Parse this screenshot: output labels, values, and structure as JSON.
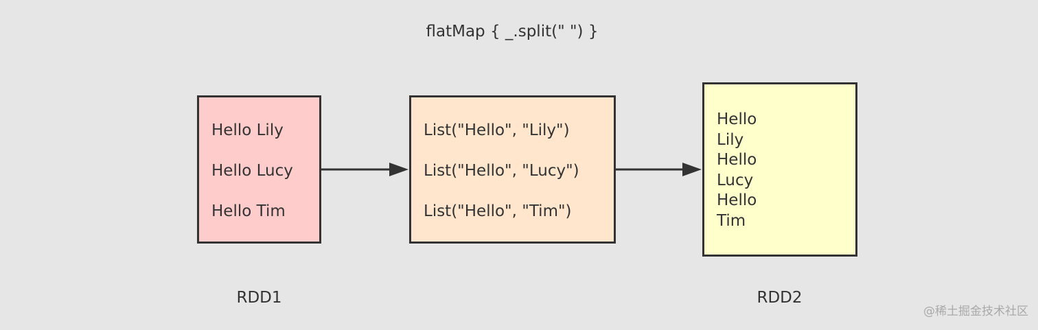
{
  "title": "flatMap { _.split(\" \") }",
  "rdd1": {
    "lines": [
      "Hello Lily",
      "Hello Lucy",
      "Hello Tim"
    ],
    "caption": "RDD1",
    "fill": "#ffcccc"
  },
  "intermediate": {
    "lines": [
      "List(\"Hello\", \"Lily\")",
      "List(\"Hello\", \"Lucy\")",
      "List(\"Hello\", \"Tim\")"
    ],
    "fill": "#ffe6cc"
  },
  "rdd2": {
    "words": [
      "Hello",
      "Lily",
      "Hello",
      "Lucy",
      "Hello",
      "Tim"
    ],
    "caption": "RDD2",
    "fill": "#ffffcc"
  },
  "watermark": "@稀土掘金技术社区",
  "colors": {
    "background": "#e6e6e6",
    "stroke": "#333333",
    "text": "#333333"
  }
}
